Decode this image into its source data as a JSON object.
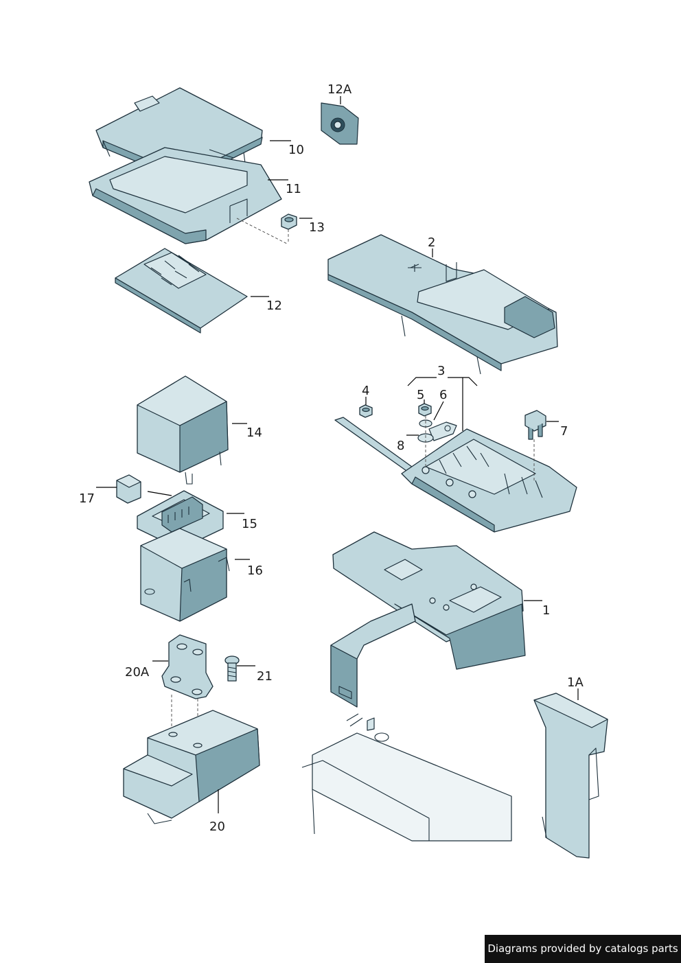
{
  "callouts": {
    "p1": "1",
    "p1a": "1A",
    "p2": "2",
    "p3": "3",
    "p4": "4",
    "p5": "5",
    "p6": "6",
    "p7": "7",
    "p8": "8",
    "p10": "10",
    "p11": "11",
    "p12": "12",
    "p12a": "12A",
    "p13": "13",
    "p14": "14",
    "p15": "15",
    "p16": "16",
    "p17": "17",
    "p20": "20",
    "p20a": "20A",
    "p21": "21"
  },
  "footer": {
    "credit": "Diagrams provided by catalogs parts"
  }
}
